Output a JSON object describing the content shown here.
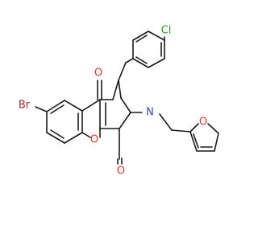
{
  "molecule": {
    "atoms": {
      "br": "Br",
      "cl": "Cl",
      "o_ketone": "O",
      "o_pyran": "O",
      "o_lactam": "O",
      "n": "N",
      "o_furan": "O"
    },
    "colors": {
      "bond": "#1a1a1a",
      "br": "#a0282a",
      "cl": "#1f9d20",
      "o": "#e8322a",
      "n": "#2b3fd6"
    }
  }
}
